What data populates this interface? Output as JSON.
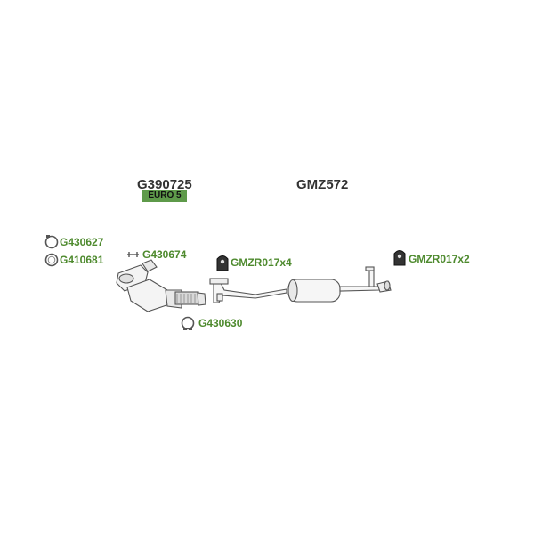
{
  "assembly": {
    "front_code": "G390725",
    "front_badge": "EURO 5",
    "rear_code": "GMZ572"
  },
  "parts": {
    "clamp_a": "G430627",
    "gasket_a": "G410681",
    "bolt": "G430674",
    "clamp_b": "G430630",
    "mount_front": "GMZR017x4",
    "mount_rear": "GMZR017x2"
  },
  "colors": {
    "part_label": "#4e8a2e",
    "badge_bg": "#5e9a4a",
    "title": "#333333",
    "line": "#555555"
  },
  "icons": [
    "clamp-ring-icon",
    "gasket-ring-icon",
    "bolt-icon",
    "rubber-mount-icon"
  ]
}
